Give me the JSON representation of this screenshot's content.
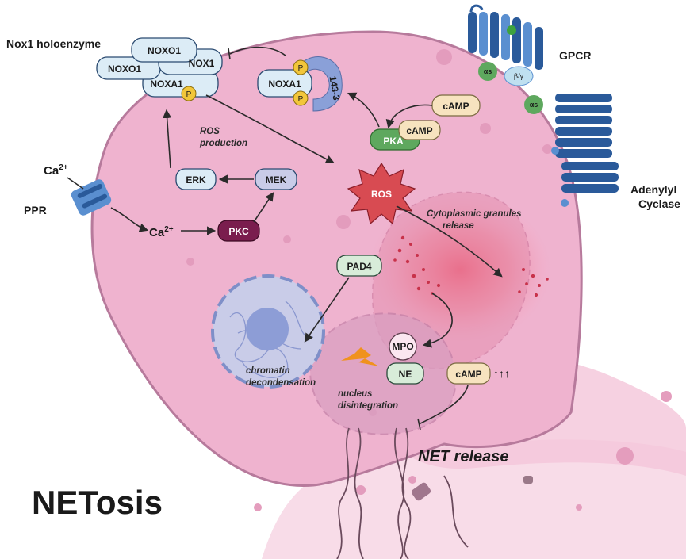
{
  "title": "NETosis",
  "colors": {
    "cell_fill": "#efb3cf",
    "cell_stroke": "#b77a9c",
    "nucleus_fill": "#c9cce8",
    "nucleus_stroke": "#7f8fc8",
    "box_light_blue": "#dcecf6",
    "box_light_green": "#d8ecd9",
    "box_cream": "#f7e3bf",
    "pka_green": "#5ea85e",
    "pkc_purple": "#7a1d4e",
    "ros_red": "#d84b52",
    "receptor_blue": "#2a5a9a",
    "receptor_light": "#5a8fd0",
    "lightning_orange": "#f0921e",
    "granule_red": "#c8324a"
  },
  "labels": {
    "nox1_holoenzyme": "Nox1 holoenzyme",
    "gpcr": "GPCR",
    "adenylyl": "Adenylyl",
    "cyclase": "Cyclase",
    "ppr": "PPR",
    "ca_outer": "Ca",
    "ca_inner": "Ca",
    "ca_sup": "2+",
    "ros_production_1": "ROS",
    "ros_production_2": "production",
    "granules_1": "Cytoplasmic granules",
    "granules_2": "release",
    "chromatin_1": "chromatin",
    "chromatin_2": "decondensation",
    "nucleus_dis_1": "nucleus",
    "nucleus_dis_2": "disintegration",
    "net_release": "NET release",
    "arrows_up": "↑↑↑"
  },
  "nodes": {
    "noxo1_top": "NOXO1",
    "noxo1_left": "NOXO1",
    "nox1": "NOX1",
    "noxa1_complex": "NOXA1",
    "phospho": "P",
    "noxa1_free": "NOXA1",
    "protein_143_3": "143-3",
    "camp_top": "cAMP",
    "camp_pka": "cAMP",
    "pka": "PKA",
    "alpha_s": "αs",
    "beta_gamma": "β/γ",
    "erk": "ERK",
    "mek": "MEK",
    "pkc": "PKC",
    "ros": "ROS",
    "pad4": "PAD4",
    "mpo": "MPO",
    "ne": "NE",
    "camp_low": "cAMP"
  }
}
